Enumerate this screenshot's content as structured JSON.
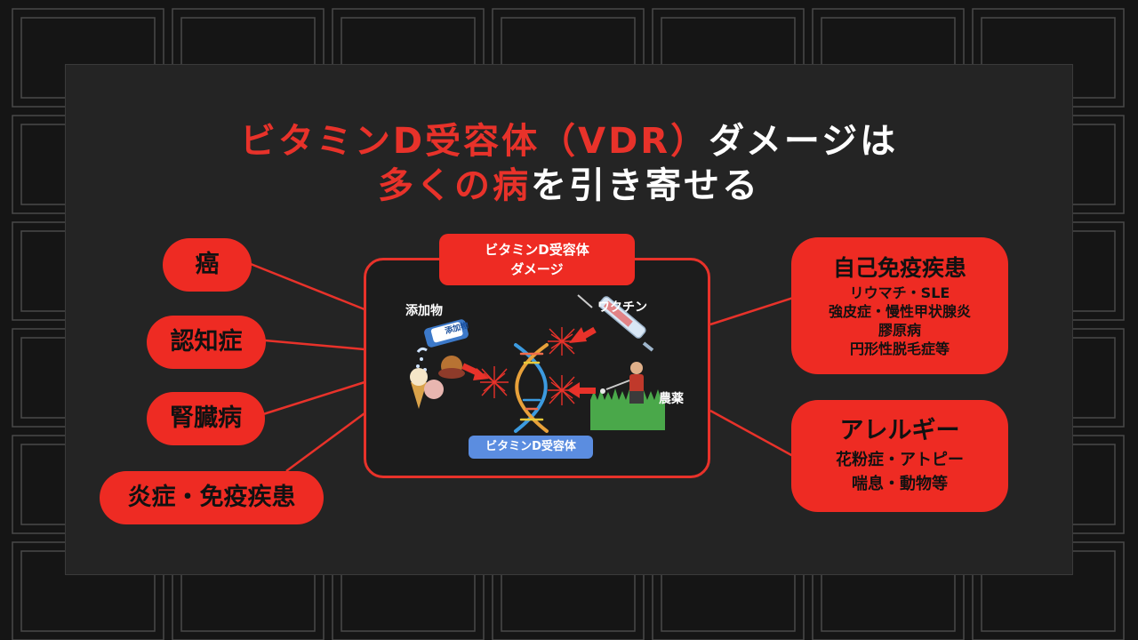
{
  "title": {
    "line1_red": "ビタミンD受容体（VDR）",
    "line1_white": "ダメージは",
    "line2_red": "多くの病",
    "line2_white": "を引き寄せる"
  },
  "left_diseases": [
    "癌",
    "認知症",
    "腎臓病",
    "炎症・免疫疾患"
  ],
  "center": {
    "tag_line1": "ビタミンD受容体",
    "tag_line2": "ダメージ",
    "additive_label": "添加物",
    "additive_bottle": "添加物",
    "vaccine_label": "ワクチン",
    "pesticide_label": "農薬",
    "vdr_label": "ビタミンD受容体"
  },
  "right_boxes": [
    {
      "heading": "自己免疫疾患",
      "details": [
        "リウマチ・SLE",
        "強皮症・慢性甲状腺炎",
        "膠原病",
        "円形性脱毛症等"
      ]
    },
    {
      "heading": "アレルギー",
      "details": [
        "花粉症・アトピー",
        "喘息・動物等"
      ]
    }
  ],
  "colors": {
    "accent_red": "#ee2b23",
    "background": "#151515",
    "panel": "#242424",
    "vdr_blue": "#5b8de0"
  }
}
